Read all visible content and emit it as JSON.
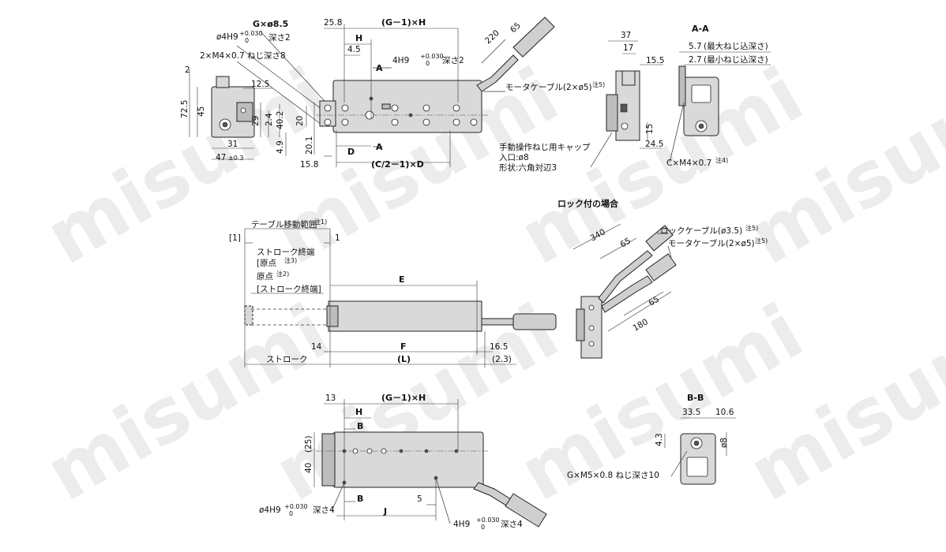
{
  "watermark": "misumi",
  "top_view": {
    "g_holes": "G×ø8.5",
    "pin_hole_top": "ø4H9",
    "tol_top": "+0.030",
    "tol_bottom": "0",
    "depth_2": "深さ2",
    "tap_note": "2×M4×0.7 ねじ深さ8",
    "dim_25_8": "25.8",
    "dim_g1h": "(G－1)×H",
    "dim_h": "H",
    "dim_4_5": "4.5",
    "pin_hole_2": "4H9",
    "section_a": "A",
    "dim_220": "220",
    "dim_65": "65",
    "motor_cable": "モータケーブル(2×ø5)",
    "note5": "注5)",
    "dim_2": "2",
    "dim_12_5": "12.5",
    "dim_72_5": "72.5",
    "dim_45": "45",
    "dim_29": "29",
    "dim_2_4": "2.4",
    "dim_40_2": "40.2",
    "dim_20": "20",
    "dim_4_9": "4.9",
    "dim_31": "31",
    "dim_47": "47",
    "tol_47": "±0.3",
    "dim_20_1": "20.1",
    "dim_15_8": "15.8",
    "dim_d": "D",
    "dim_c2d": "(C/2－1)×D"
  },
  "side_view": {
    "dim_37": "37",
    "dim_17": "17",
    "dim_15_5": "15.5",
    "dim_15": "15",
    "dim_24_5": "24.5",
    "manual_screw_1": "手動操作ねじ用キャップ",
    "manual_screw_2": "入口:ø8",
    "manual_screw_3": "形状:六角対辺3"
  },
  "section_aa": {
    "title": "A-A",
    "dim_5_7": "5.7",
    "max_depth": "(最大ねじ込深さ)",
    "dim_2_7": "2.7",
    "min_depth": "(最小ねじ込深さ)",
    "c_tap": "C×M4×0.7",
    "note4": "注4)"
  },
  "stroke_view": {
    "table_range": "テーブル移動範囲",
    "note1": "注1)",
    "bracket_1": "[1]",
    "dim_1": "1",
    "stroke_end": "ストローク終端",
    "origin_b": "[原点",
    "note3": "注3)",
    "origin": "原点",
    "note2": "注2)",
    "stroke_end_b": "[ストローク終端]",
    "dim_e": "E",
    "dim_14": "14",
    "dim_f": "F",
    "dim_16_5": "16.5",
    "stroke": "ストローク",
    "dim_l": "(L)",
    "dim_2_3": "(2.3)"
  },
  "lock_view": {
    "title": "ロック付の場合",
    "dim_340": "340",
    "dim_65a": "65",
    "lock_cable": "ロックケーブル(ø3.5)",
    "note5a": "注5)",
    "motor_cable": "モータケーブル(2×ø5)",
    "note5b": "注5)",
    "dim_65b": "65",
    "dim_180": "180"
  },
  "bottom_view": {
    "dim_13": "13",
    "dim_g1h": "(G－1)×H",
    "dim_h": "H",
    "dim_b": "B",
    "dim_25": "(25)",
    "dim_40": "40",
    "pin_hole": "ø4H9",
    "tol_top": "+0.030",
    "tol_bottom": "0",
    "depth_4": "深さ4",
    "dim_b2": "B",
    "dim_5": "5",
    "dim_j": "J",
    "pin_hole_2": "4H9",
    "depth_4b": "深さ4"
  },
  "section_bb": {
    "title": "B-B",
    "dim_33_5": "33.5",
    "dim_10_6": "10.6",
    "dim_4_3": "4.3",
    "dim_8": "ø8",
    "g_tap": "G×M5×0.8 ねじ深さ10"
  }
}
